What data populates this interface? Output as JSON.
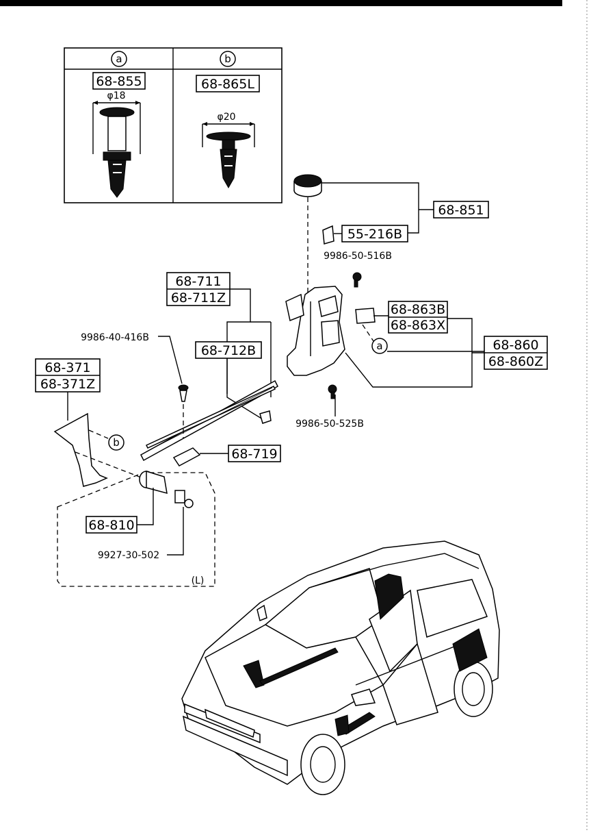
{
  "callouts": {
    "a": "a",
    "b": "b"
  },
  "inset": {
    "col_a_symbol": "a",
    "col_b_symbol": "b",
    "col_a_part": "68-855",
    "col_b_part": "68-865L",
    "col_a_dim": "φ18",
    "col_b_dim": "φ20"
  },
  "parts": {
    "p68_851": "68-851",
    "p55_216B": "55-216B",
    "bolt_516B": "9986-50-516B",
    "p68_711": "68-711",
    "p68_711Z": "68-711Z",
    "screw_416B": "9986-40-416B",
    "p68_712B": "68-712B",
    "p68_863B": "68-863B",
    "p68_863X": "68-863X",
    "p68_860": "68-860",
    "p68_860Z": "68-860Z",
    "p68_371": "68-371",
    "p68_371Z": "68-371Z",
    "screw_525B": "9986-50-525B",
    "p68_719": "68-719",
    "p68_810": "68-810",
    "bulb_502": "9927-30-502",
    "lamp_side": "(L)"
  }
}
